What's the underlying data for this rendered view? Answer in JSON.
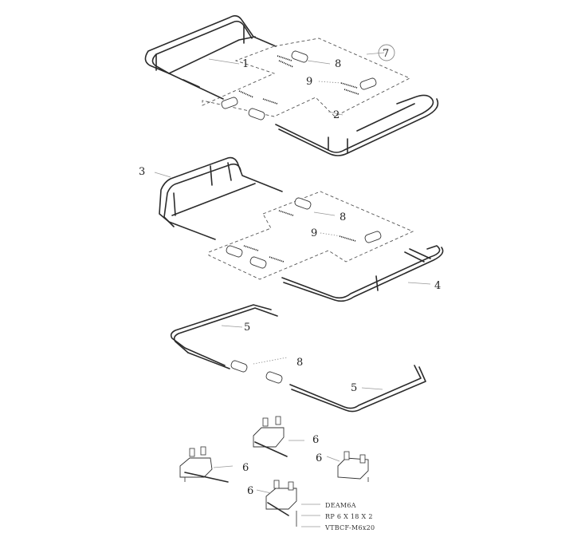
{
  "callouts": {
    "part_1": "1",
    "part_2": "2",
    "part_3": "3",
    "part_4": "4",
    "part_5_upper": "5",
    "part_5_lower": "5",
    "part_6_a": "6",
    "part_6_b": "6",
    "part_6_c": "6",
    "part_6_d": "6",
    "part_7": "7",
    "part_8_top": "8",
    "part_8_mid": "8",
    "part_8_low": "8",
    "part_9_top": "9",
    "part_9_mid": "9"
  },
  "hardware": {
    "washer": "DEAM6A",
    "plate_washer": "RP 6 X 18 X 2",
    "screw": "VTBCF-M6x20"
  }
}
